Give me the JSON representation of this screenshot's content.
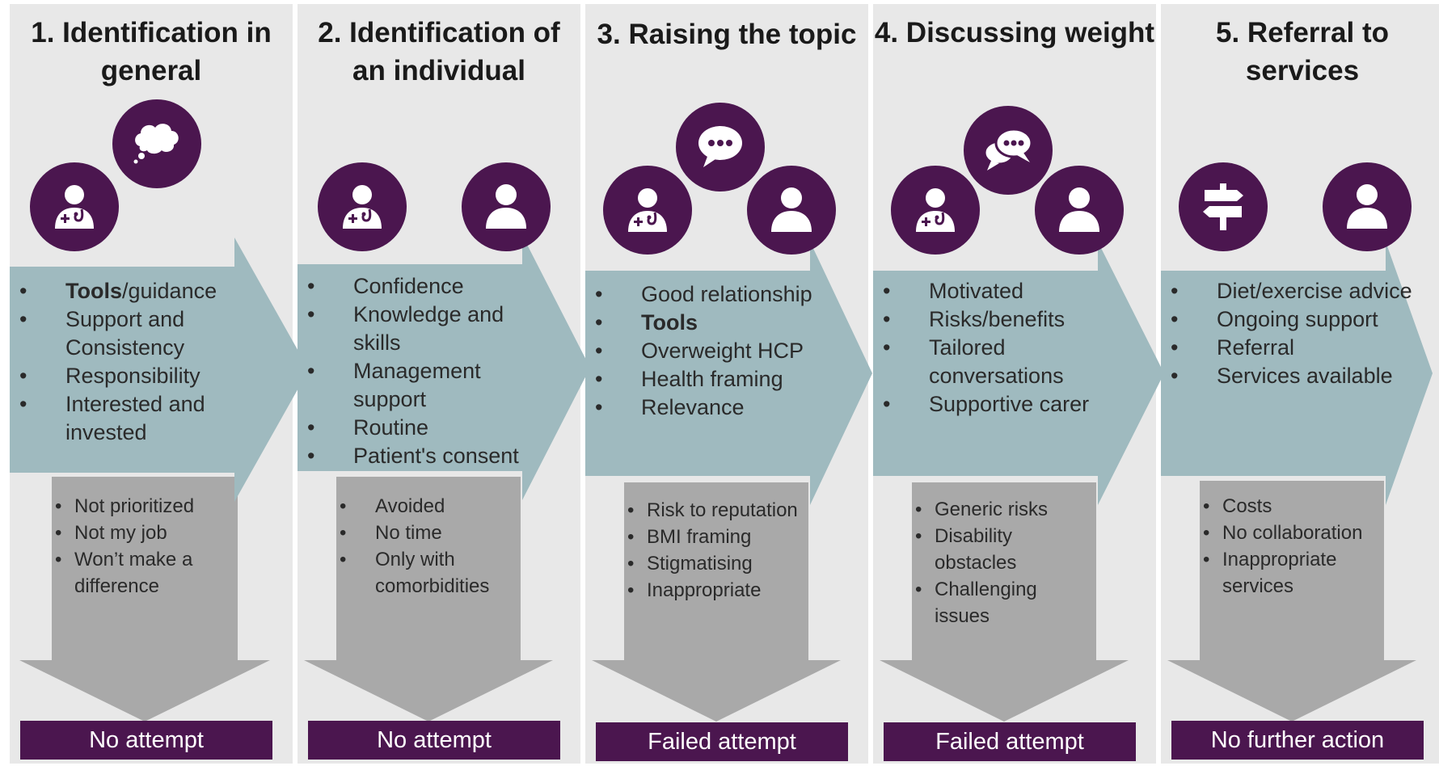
{
  "colors": {
    "purple": "#4b164f",
    "teal_arrow": "#9fbabf",
    "gray_arrow": "#a9a9a9",
    "column_bg": "#e8e8e8"
  },
  "stages": [
    {
      "title": "1. Identification in general",
      "icons": [
        "doctor-icon",
        "thought-bubble-icon"
      ],
      "facilitators": [
        {
          "bold": "Tools",
          "text": "/guidance"
        },
        {
          "bold": "",
          "text": "Support and Consistency"
        },
        {
          "bold": "",
          "text": "Responsibility"
        },
        {
          "bold": "",
          "text": "Interested and invested"
        }
      ],
      "barriers": [
        "Not prioritized",
        "Not my job",
        "Won’t make a difference"
      ],
      "outcome": "No attempt"
    },
    {
      "title": "2. Identification of an individual",
      "icons": [
        "doctor-icon",
        "person-icon"
      ],
      "facilitators": [
        {
          "bold": "",
          "text": "Confidence"
        },
        {
          "bold": "",
          "text": "Knowledge and skills"
        },
        {
          "bold": "",
          "text": "Management support"
        },
        {
          "bold": "",
          "text": "Routine"
        },
        {
          "bold": "",
          "text": "Patient's consent"
        }
      ],
      "barriers": [
        "Avoided",
        "No time",
        "Only with comorbidities"
      ],
      "outcome": "No attempt"
    },
    {
      "title": "3. Raising the topic",
      "icons": [
        "doctor-icon",
        "speech-bubble-icon",
        "person-icon"
      ],
      "facilitators": [
        {
          "bold": "",
          "text": "Good relationship"
        },
        {
          "bold": "Tools",
          "text": ""
        },
        {
          "bold": "",
          "text": "Overweight HCP"
        },
        {
          "bold": "",
          "text": "Health framing"
        },
        {
          "bold": "",
          "text": "Relevance"
        }
      ],
      "barriers": [
        "Risk to reputation",
        "BMI framing",
        "Stigmatising",
        "Inappropriate"
      ],
      "outcome": "Failed attempt"
    },
    {
      "title": "4. Discussing weight",
      "icons": [
        "doctor-icon",
        "conversation-icon",
        "person-icon"
      ],
      "facilitators": [
        {
          "bold": "",
          "text": "Motivated"
        },
        {
          "bold": "",
          "text": "Risks/benefits"
        },
        {
          "bold": "",
          "text": "Tailored conversations"
        },
        {
          "bold": "",
          "text": "Supportive carer"
        }
      ],
      "barriers": [
        "Generic risks",
        "Disability obstacles",
        "Challenging issues"
      ],
      "outcome": "Failed attempt"
    },
    {
      "title": "5. Referral to services",
      "icons": [
        "signpost-icon",
        "person-icon"
      ],
      "facilitators": [
        {
          "bold": "",
          "text": "Diet/exercise advice"
        },
        {
          "bold": "",
          "text": "Ongoing support"
        },
        {
          "bold": "",
          "text": "Referral"
        },
        {
          "bold": "",
          "text": "Services available"
        }
      ],
      "barriers": [
        "Costs",
        "No collaboration",
        "Inappropriate services"
      ],
      "outcome": "No further action"
    }
  ]
}
